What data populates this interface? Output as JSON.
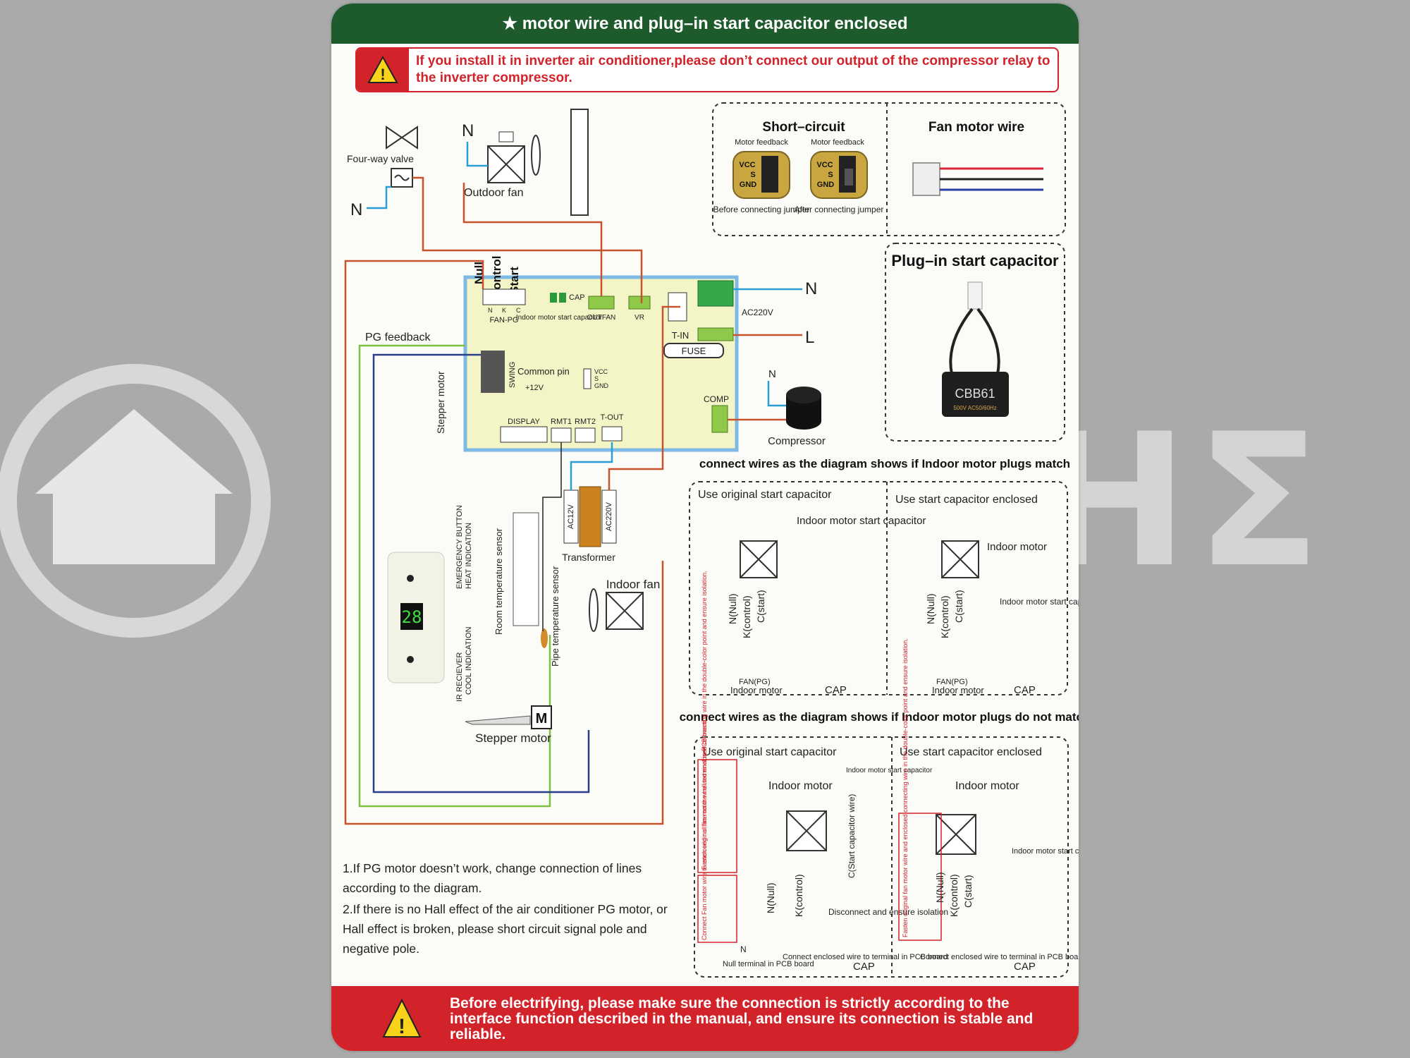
{
  "watermark": {
    "text": "ΤΟΥΤΣΗΣ",
    "icon": "house-plug-logo"
  },
  "title": "★ motor wire and plug–in start capacitor enclosed",
  "top_warning": {
    "icon": "warning-triangle-icon",
    "text": "If you install it in inverter air conditioner,please don’t connect our output of the compressor relay to the inverter compressor."
  },
  "colors": {
    "header_green": "#1d5a2c",
    "warning_red": "#d2232a",
    "pcb_fill": "#f3f5c6",
    "pcb_border": "#7db9e4"
  },
  "short_circuit_panel": {
    "title": "Short–circuit",
    "motor_feedback": "Motor feedback",
    "pins": [
      "VCC",
      "S",
      "GND"
    ],
    "before": "Before connecting jumper",
    "after": "After connecting jumper"
  },
  "fan_motor_panel": {
    "title": "Fan motor wire"
  },
  "capacitor_panel": {
    "title": "Plug–in start capacitor",
    "model": "CBB61",
    "rating": "500V AC50/60Hz"
  },
  "components": {
    "four_way_valve": "Four-way valve",
    "outdoor_fan": "Outdoor fan",
    "n": "N",
    "l": "L",
    "ac220v": "AC220V",
    "compressor": "Compressor",
    "pg_feedback": "PG feedback",
    "stepper_motor_side": "Stepper motor",
    "transformer": "Transformer",
    "ac12v": "AC12V",
    "indoor_fan": "Indoor fan",
    "room_sensor": "Room temperature sensor",
    "pipe_sensor": "Pipe temperature sensor",
    "emergency": "EMERGENCY BUTTON",
    "heat": "HEAT INDICATION",
    "ir": "IR RECIEVER",
    "cool": "COOL INDICATION",
    "display_digits": "28",
    "stepper_motor": "Stepper motor",
    "motor_m": "M"
  },
  "pcb": {
    "null": "Null",
    "control": "Control",
    "start": "Start",
    "n": "N",
    "k": "K",
    "c": "C",
    "fan_pg": "FAN-PG",
    "cap": "CAP",
    "indoor_cap": "Indoor motor start capacitor",
    "outfan": "OUTFAN",
    "vr": "VR",
    "t_in": "T-IN",
    "fuse": "FUSE",
    "comp": "COMP",
    "swing": "SWING",
    "common_pin": "Common pin",
    "plus12v": "+12V",
    "vcc": "VCC",
    "s": "S",
    "gnd": "GND",
    "display": "DISPLAY",
    "rmt1": "RMT1",
    "rmt2": "RMT2",
    "t_out": "T-OUT"
  },
  "match_section": {
    "heading": "connect wires as the diagram shows if Indoor motor plugs match",
    "left_title": "Use original start capacitor",
    "left_motor": "Indoor motor start capacitor",
    "right_title": "Use start capacitor enclosed",
    "right_motor": "Indoor motor",
    "right_cap": "Indoor motor start capacitor",
    "wire_n": "N(Null)",
    "wire_k": "K(control)",
    "wire_c": "C(start)",
    "fan_pg": "FAN(PG)",
    "indoor_motor": "Indoor motor",
    "cap": "CAP"
  },
  "nomatch_section": {
    "heading": "connect wires as the diagram shows if Indoor motor plugs do not match",
    "left_title": "Use original start capacitor",
    "left_motor": "Indoor motor",
    "left_cap": "Indoor motor start capacitor",
    "start_cap_wire": "C(Start capacitor wire)",
    "red_note1": "Fasten original fan motor wire and enclosed connecting wire in the double-color point and ensure isolation.",
    "red_note2": "Connect Fan motor wire to enclosed null line on the null terminal in PCB board.",
    "disconnect": "Disconnect and ensure isolation",
    "null_terminal": "Null terminal in PCB board",
    "connect_enclosed": "Connect enclosed wire to terminal in PCB board",
    "right_title": "Use start capacitor enclosed",
    "right_motor": "Indoor motor",
    "right_cap": "Indoor motor start capacitor",
    "red_note3": "Fasten original fan motor wire and enclosed connecting wire in the double-color point and ensure isolation.",
    "wire_n": "N(Null)",
    "wire_k": "K(control)",
    "wire_c": "C(start)",
    "n": "N",
    "cap": "CAP"
  },
  "notes": [
    "1.If PG motor doesn’t work, change connection of lines according to the diagram.",
    "2.If there is no Hall effect of the air conditioner PG motor, or Hall effect is broken, please short circuit signal pole and negative pole."
  ],
  "bottom_warning": {
    "icon": "warning-triangle-icon",
    "text": "Before electrifying, please make sure the connection is strictly according to the interface function described in the manual, and ensure its connection is stable and reliable."
  }
}
